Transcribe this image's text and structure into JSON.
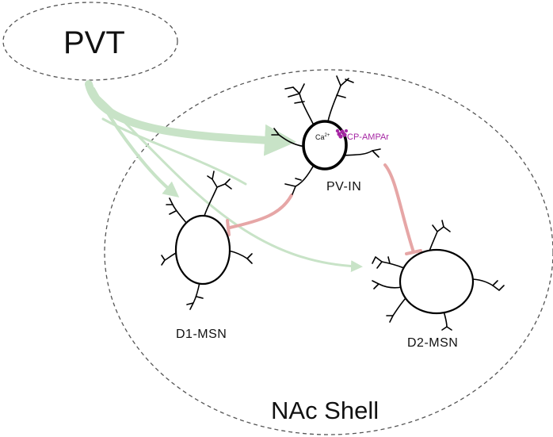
{
  "regions": {
    "pvt": "PVT",
    "nac_shell": "NAc Shell"
  },
  "cells": {
    "pv_in": "PV-IN",
    "d1_msn": "D1-MSN",
    "d2_msn": "D2-MSN"
  },
  "annotations": {
    "calcium": "Ca",
    "calcium_charge": "2+",
    "receptor": "CP-AMPAr"
  },
  "colors": {
    "excitatory": "#c8e3c7",
    "inhibitory": "#e6a6a6",
    "receptor": "#a626a4",
    "outline": "#555555"
  }
}
